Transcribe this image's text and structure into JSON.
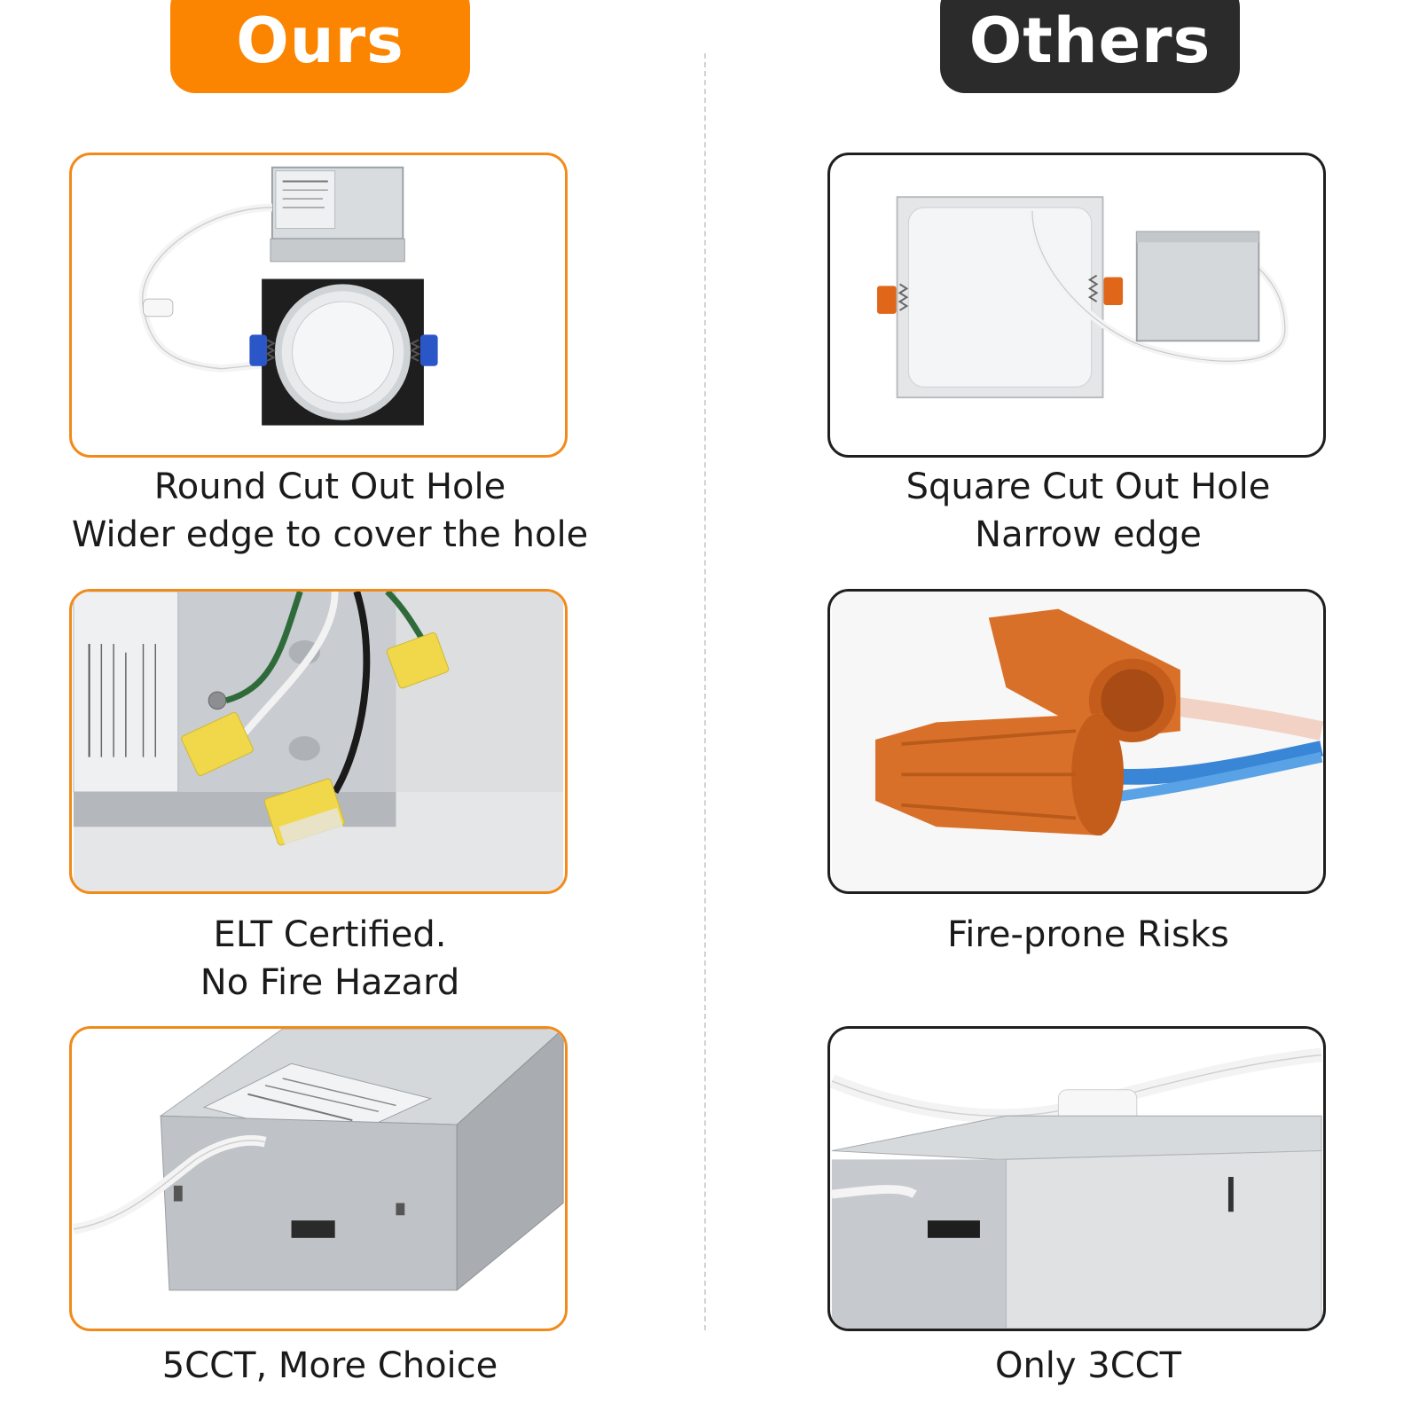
{
  "colors": {
    "ours_accent": "#fb8500",
    "others_accent": "#2b2b2b",
    "ours_border": "#f28a1a",
    "others_border": "#1f1f1f"
  },
  "headers": {
    "ours": "Ours",
    "others": "Others"
  },
  "ours": {
    "items": [
      {
        "image": "round-recessed-light-with-junction-box",
        "lines": [
          "Round Cut Out Hole",
          "Wider edge to cover the hole"
        ]
      },
      {
        "image": "push-in-wire-connectors-in-junction-box",
        "lines": [
          "ELT Certified.",
          "No Fire Hazard"
        ]
      },
      {
        "image": "junction-box-with-cct-switch",
        "lines": [
          "5CCT, More Choice"
        ]
      }
    ]
  },
  "others": {
    "items": [
      {
        "image": "square-panel-light-with-junction-box",
        "lines": [
          "Square Cut Out Hole",
          "Narrow edge"
        ]
      },
      {
        "image": "twist-on-wire-nuts",
        "lines": [
          "Fire-prone Risks"
        ]
      },
      {
        "image": "junction-box-with-3cct-switch",
        "lines": [
          "Only 3CCT"
        ]
      }
    ]
  }
}
